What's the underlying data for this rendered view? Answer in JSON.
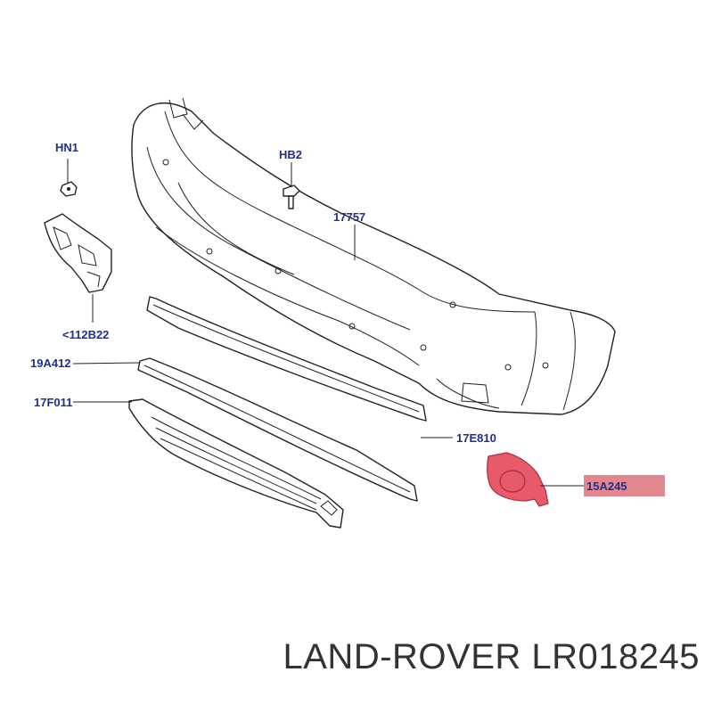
{
  "callouts": {
    "hn1": "HN1",
    "hb2": "HB2",
    "c17757": "17757",
    "c112b22": "<112B22",
    "c19a412": "19A412",
    "c17f011": "17F011",
    "c17e810": "17E810",
    "c15a245": "15A245"
  },
  "footer": {
    "caption": "LAND-ROVER LR018245"
  },
  "colors": {
    "callout_text": "#1f2f8f",
    "highlight_part": "#e85a6a",
    "highlight_box": "#e2878f"
  }
}
